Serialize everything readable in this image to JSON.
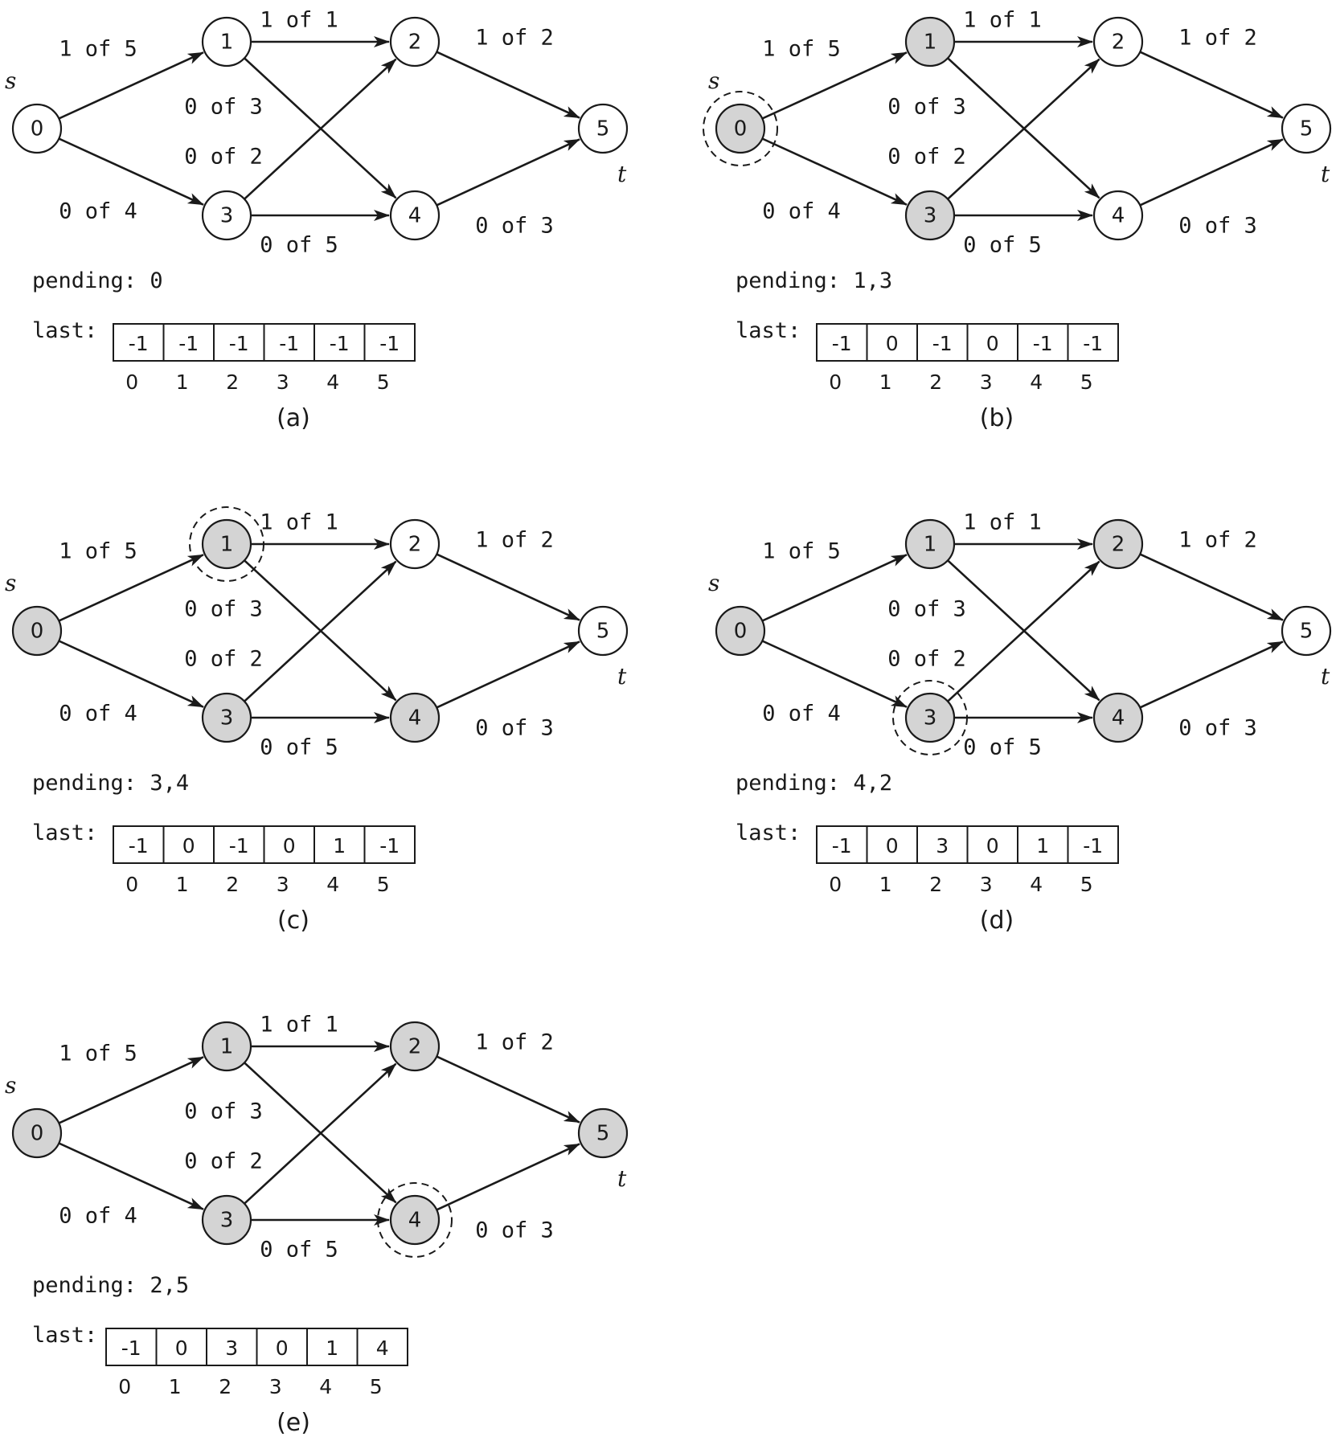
{
  "nodes": [
    {
      "id": "0",
      "label": "0"
    },
    {
      "id": "1",
      "label": "1"
    },
    {
      "id": "2",
      "label": "2"
    },
    {
      "id": "3",
      "label": "3"
    },
    {
      "id": "4",
      "label": "4"
    },
    {
      "id": "5",
      "label": "5"
    }
  ],
  "edges": [
    {
      "from": "0",
      "to": "1",
      "label": "1 of 5"
    },
    {
      "from": "0",
      "to": "3",
      "label": "0 of 4"
    },
    {
      "from": "1",
      "to": "2",
      "label": "1 of 1"
    },
    {
      "from": "1",
      "to": "4",
      "label": "0 of 3"
    },
    {
      "from": "3",
      "to": "2",
      "label": "0 of 2"
    },
    {
      "from": "3",
      "to": "4",
      "label": "0 of 5"
    },
    {
      "from": "2",
      "to": "5",
      "label": "1 of 2"
    },
    {
      "from": "4",
      "to": "5",
      "label": "0 of 3"
    }
  ],
  "source_label": "s",
  "sink_label": "t",
  "pending_prefix": "pending:",
  "last_prefix": "last:",
  "index_labels": [
    "0",
    "1",
    "2",
    "3",
    "4",
    "5"
  ],
  "colors": {
    "visited_fill": "#d4d4d4",
    "unvisited_fill": "#ffffff",
    "stroke": "#1a1a1a"
  },
  "panels": [
    {
      "caption": "(a)",
      "pending": "0",
      "last": [
        "-1",
        "-1",
        "-1",
        "-1",
        "-1",
        "-1"
      ],
      "visited": [],
      "current": null
    },
    {
      "caption": "(b)",
      "pending": "1,3",
      "last": [
        "-1",
        "0",
        "-1",
        "0",
        "-1",
        "-1"
      ],
      "visited": [
        "0",
        "1",
        "3"
      ],
      "current": "0"
    },
    {
      "caption": "(c)",
      "pending": "3,4",
      "last": [
        "-1",
        "0",
        "-1",
        "0",
        "1",
        "-1"
      ],
      "visited": [
        "0",
        "1",
        "3",
        "4"
      ],
      "current": "1"
    },
    {
      "caption": "(d)",
      "pending": "4,2",
      "last": [
        "-1",
        "0",
        "3",
        "0",
        "1",
        "-1"
      ],
      "visited": [
        "0",
        "1",
        "2",
        "3",
        "4"
      ],
      "current": "3"
    },
    {
      "caption": "(e)",
      "pending": "2,5",
      "last": [
        "-1",
        "0",
        "3",
        "0",
        "1",
        "4"
      ],
      "visited": [
        "0",
        "1",
        "2",
        "3",
        "4",
        "5"
      ],
      "current": "4"
    }
  ]
}
